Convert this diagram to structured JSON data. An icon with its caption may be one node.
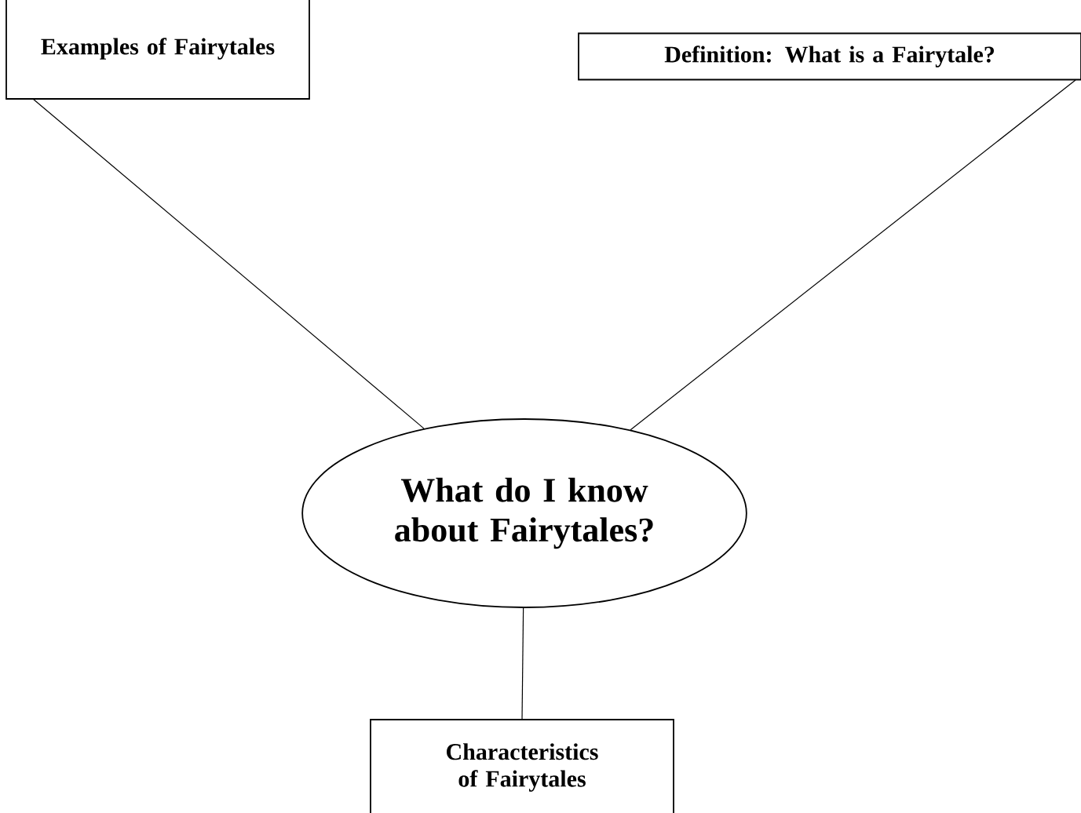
{
  "diagram": {
    "nodes": [
      {
        "text": [
          "Examples of Fairytales"
        ]
      },
      {
        "text": [
          "Definition: What is a Fairytale?"
        ]
      },
      {
        "text": [
          "What do I know about Fairytales?"
        ]
      },
      {
        "text": [
          "Characteristics of Fairytales"
        ]
      }
    ],
    "edges": [
      {
        "from": 2,
        "to": 0,
        "arrow": "none"
      },
      {
        "from": 2,
        "to": 1,
        "arrow": "none"
      },
      {
        "from": 2,
        "to": 3,
        "arrow": "none"
      }
    ]
  }
}
